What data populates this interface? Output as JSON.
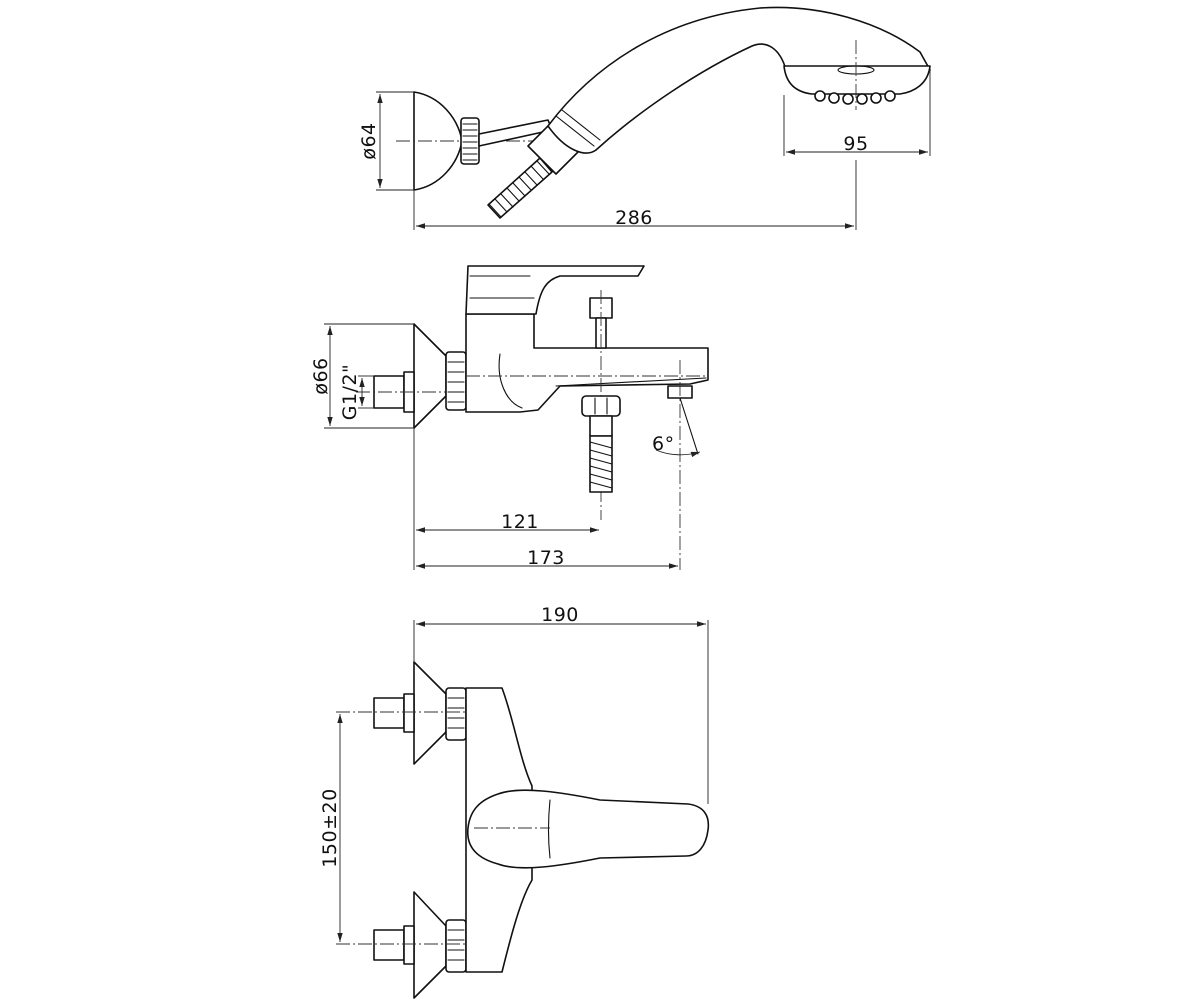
{
  "dimensions": {
    "diameter_64": "ø64",
    "width_95": "95",
    "length_286": "286",
    "diameter_66": "ø66",
    "thread": "G1/2\"",
    "angle": "6°",
    "distance_121": "121",
    "depth_173": "173",
    "width_190": "190",
    "centers": "150±20"
  }
}
